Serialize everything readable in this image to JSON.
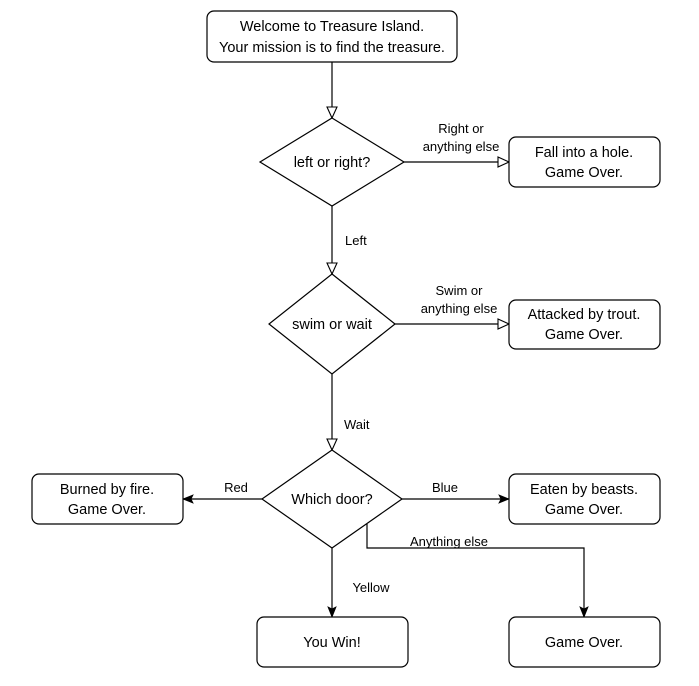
{
  "nodes": {
    "start": {
      "line1": "Welcome to Treasure Island.",
      "line2": "Your mission is to find the treasure."
    },
    "decision_left_right": {
      "label": "left or right?"
    },
    "fall_hole": {
      "line1": "Fall into a hole.",
      "line2": "Game Over."
    },
    "decision_swim_wait": {
      "label": "swim or wait"
    },
    "attacked_trout": {
      "line1": "Attacked by trout.",
      "line2": "Game Over."
    },
    "decision_door": {
      "label": "Which door?"
    },
    "burned_fire": {
      "line1": "Burned by fire.",
      "line2": "Game Over."
    },
    "eaten_beasts": {
      "line1": "Eaten by beasts.",
      "line2": "Game Over."
    },
    "you_win": {
      "label": "You Win!"
    },
    "game_over": {
      "label": "Game Over."
    }
  },
  "edges": {
    "right_else": {
      "line1": "Right or",
      "line2": "anything else"
    },
    "left": {
      "label": "Left"
    },
    "swim_else": {
      "line1": "Swim or",
      "line2": "anything else"
    },
    "wait": {
      "label": "Wait"
    },
    "red": {
      "label": "Red"
    },
    "blue": {
      "label": "Blue"
    },
    "yellow": {
      "label": "Yellow"
    },
    "anything_else": {
      "label": "Anything else"
    }
  }
}
